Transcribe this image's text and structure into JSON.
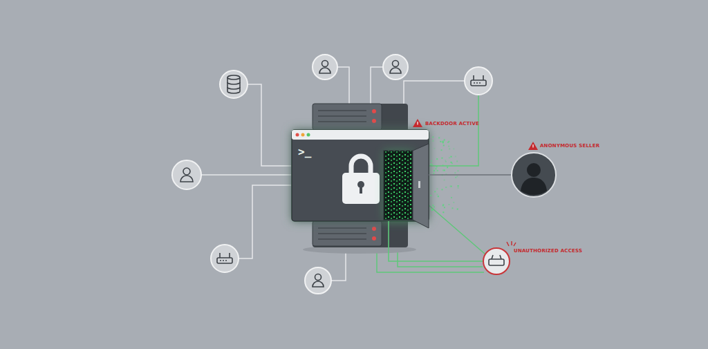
{
  "diagram": {
    "nodes": [
      {
        "text": [
          ">_",
          "BACKDOOR ACTIVE"
        ]
      },
      {
        "text": [
          "ANONYMOUS SELLER"
        ]
      },
      {
        "text": [
          "UNAUTHORIZED ACCESS"
        ]
      }
    ],
    "edges": [
      {
        "from": 0,
        "to": 1,
        "arrow": "none"
      },
      {
        "from": 0,
        "to": 2,
        "arrow": "none"
      }
    ]
  }
}
